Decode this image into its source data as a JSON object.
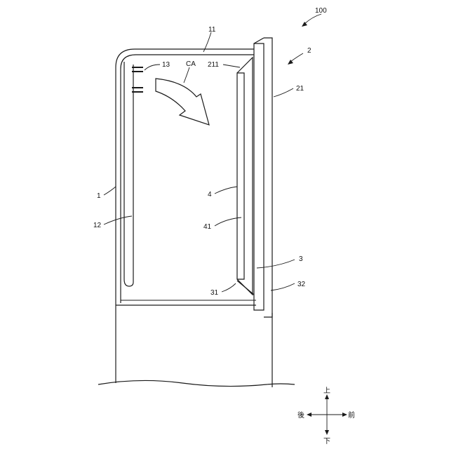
{
  "labels": {
    "assembly": "100",
    "door_unit": "2",
    "top_wall": "11",
    "door_panel": "21",
    "door_edge": "211",
    "ca": "CA",
    "vent": "13",
    "body": "1",
    "inner_wall": "12",
    "plate": "4",
    "plate_edge": "41",
    "bracket": "3",
    "bracket_lower": "31",
    "bracket_foot": "32"
  },
  "directions": {
    "up": "上",
    "down": "下",
    "back": "後",
    "front": "前"
  }
}
